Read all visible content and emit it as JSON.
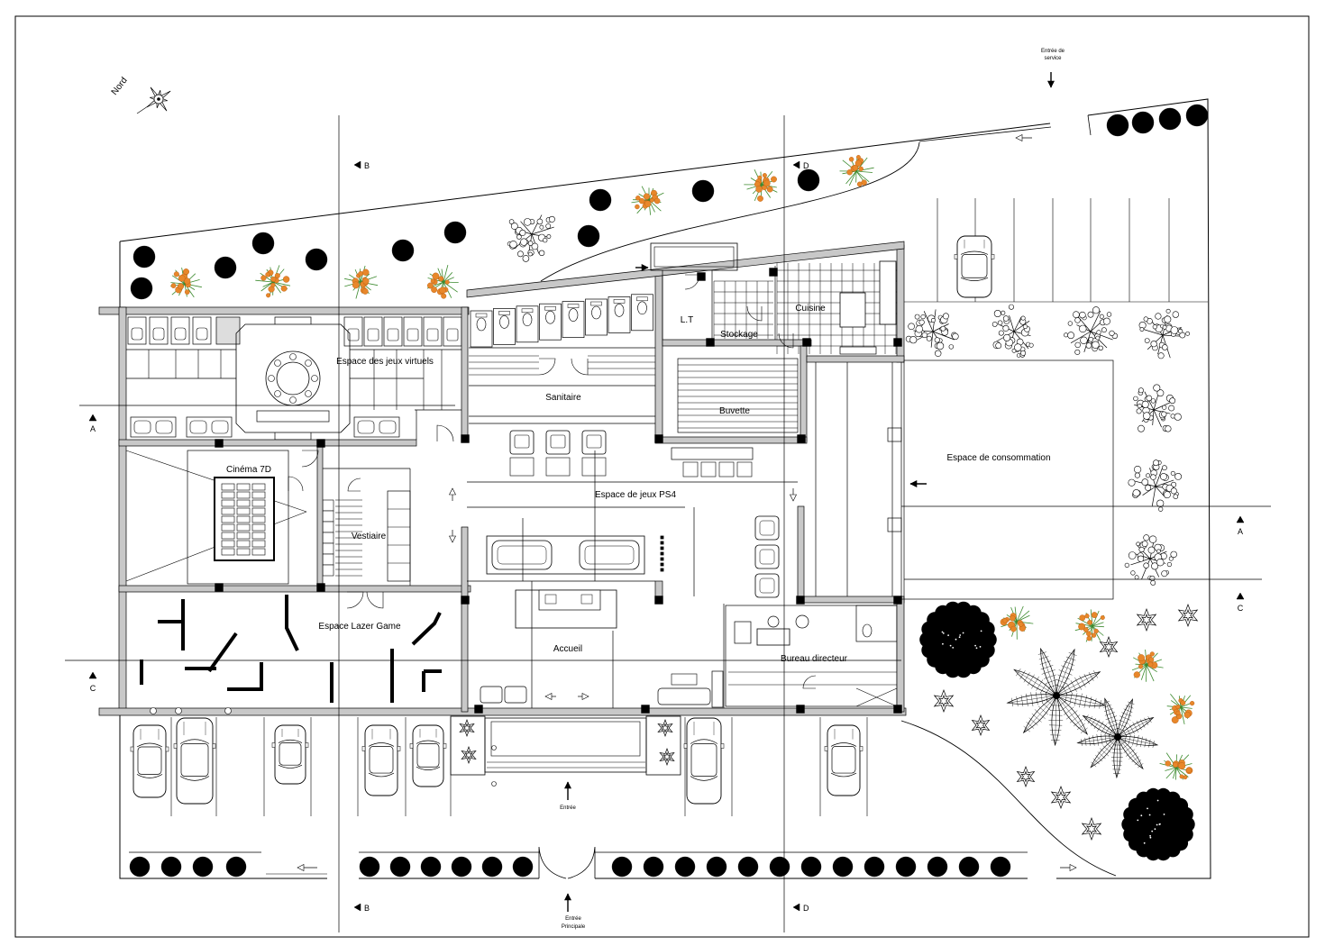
{
  "plan": {
    "north_label": "Nord",
    "service_entrance": {
      "line1": "Entrée de",
      "line2": "service"
    },
    "entrance": "Entrée",
    "main_entrance": {
      "line1": "Entrée",
      "line2": "Principale"
    },
    "section_markers": {
      "a": "A",
      "b": "B",
      "c": "C",
      "d": "D"
    }
  },
  "rooms": {
    "virtual_games": "Espace des jeux virtuels",
    "sanitary": "Sanitaire",
    "lt": "L.T",
    "kitchen": "Cuisine",
    "storage": "Stockage",
    "bar": "Buvette",
    "cinema": "Cinéma 7D",
    "cloakroom": "Vestiaire",
    "ps4": "Espace de jeux PS4",
    "consumption": "Espace de consommation",
    "laser_game": "Espace Lazer Game",
    "reception": "Accueil",
    "director_office": "Bureau directeur"
  },
  "colors": {
    "line": "#000000",
    "wall": "#c8c8c8",
    "flowers": "#e8872a",
    "foliage": "#3c8a2e",
    "paper": "#ffffff"
  }
}
